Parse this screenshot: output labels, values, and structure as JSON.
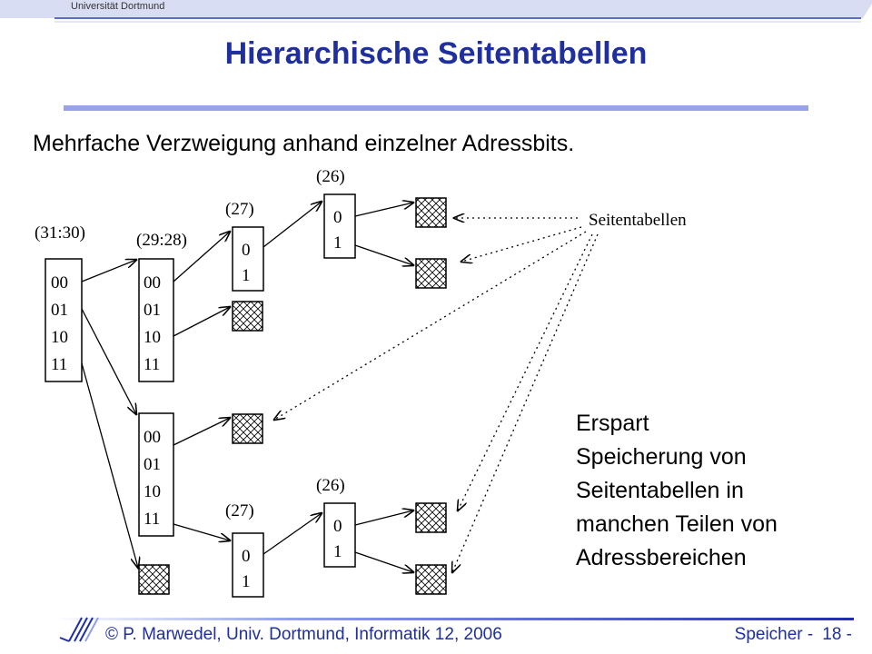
{
  "header": {
    "university": "Universität Dortmund",
    "title": "Hierarchische Seitentabellen"
  },
  "subtitle": "Mehrfache Verzweigung anhand einzelner Adressbits.",
  "diagram": {
    "level1_label": "(31:30)",
    "level1_entries": [
      "00",
      "01",
      "10",
      "11"
    ],
    "level2_label": "(29:28)",
    "level2_entries": [
      "00",
      "01",
      "10",
      "11"
    ],
    "level2b_entries": [
      "00",
      "01",
      "10",
      "11"
    ],
    "level3_label_top": "(27)",
    "level3_label_bottom": "(27)",
    "level3_entries": [
      "0",
      "1"
    ],
    "level4_label_top": "(26)",
    "level4_label_bottom": "(26)",
    "level4_entries": [
      "0",
      "1"
    ],
    "pages_label": "Seitentabellen"
  },
  "note": {
    "lines": [
      "Erspart",
      "Speicherung von",
      "Seitentabellen  in",
      "manchen Teilen von",
      "Adressbereichen"
    ]
  },
  "footer": {
    "copyright_symbol": "©",
    "author": "P. Marwedel, Univ. Dortmund, Informatik 12, 2006",
    "section": "Speicher -",
    "page": "18 -"
  },
  "colors": {
    "title": "#1f2f9e",
    "rule": "#9aa3e6",
    "footer_text": "#1f2f9e"
  }
}
